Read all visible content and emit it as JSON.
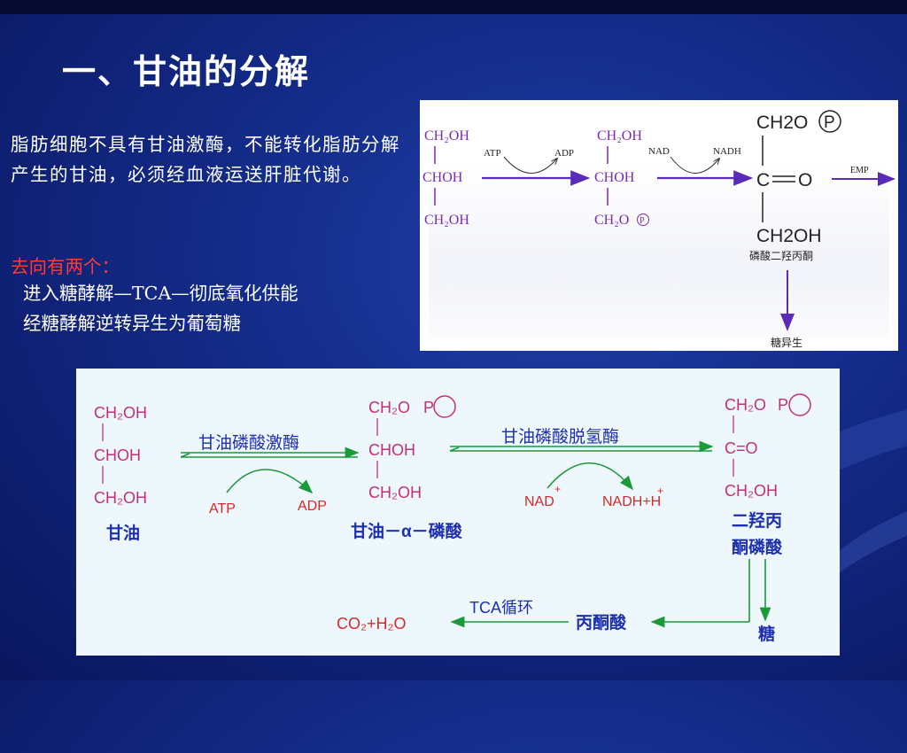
{
  "slide": {
    "title": "一、甘油的分解",
    "intro": "脂肪细胞不具有甘油激酶，不能转化脂肪分解产生的甘油，必须经血液运送肝脏代谢。",
    "direction_heading": "去向有两个：",
    "direction_items": [
      "进入糖酵解—TCA—彻底氧化供能",
      "经糖酵解逆转异生为葡萄糖"
    ]
  },
  "top_diagram": {
    "glycerol": [
      "CH₂OH",
      "CHOH",
      "CH₂OH"
    ],
    "atp": "ATP",
    "adp": "ADP",
    "glycerol_phosphate": [
      "CH₂OH",
      "CHOH",
      "CH₂O"
    ],
    "phosphate_symbol": "P",
    "nad": "NAD",
    "nadh": "NADH",
    "dhap": [
      "CH2O",
      "C",
      "O",
      "CH2OH"
    ],
    "dhap_name": "磷酸二羟丙酮",
    "emp": "EMP",
    "gluconeogenesis": "糖异生"
  },
  "bottom_diagram": {
    "glycerol": [
      "CH₂OH",
      "CHOH",
      "CH₂OH"
    ],
    "glycerol_name": "甘油",
    "kinase": "甘油磷酸激酶",
    "atp": "ATP",
    "adp": "ADP",
    "g3p": [
      "CH₂O",
      "CHOH",
      "CH₂OH"
    ],
    "phosphate_symbol": "P",
    "g3p_name": "甘油－α－磷酸",
    "dehydrogenase": "甘油磷酸脱氢酶",
    "nad": "NAD",
    "nadh": "NADH+H",
    "plus": "+",
    "dhap": [
      "CH₂O",
      "C=O",
      "CH₂OH"
    ],
    "dhap_name": [
      "二羟丙",
      "酮磷酸"
    ],
    "tca": "TCA循环",
    "co2": "CO₂+H₂O",
    "pyruvate": "丙酮酸",
    "sugar": "糖"
  },
  "colors": {
    "purple": "#7a2ab0",
    "green": "#1c9a3a",
    "red": "#d42a2a",
    "blue_label": "#1c2fb0",
    "title": "#ffffff",
    "highlight": "#ff3a3a"
  }
}
